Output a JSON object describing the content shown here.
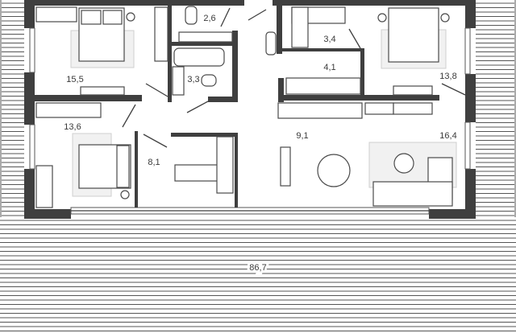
{
  "plan": {
    "rooms": [
      {
        "id": "bedroom-1",
        "area": "15,5"
      },
      {
        "id": "wc",
        "area": "2,6"
      },
      {
        "id": "bathroom",
        "area": "3,3"
      },
      {
        "id": "wardrobe-1",
        "area": "3,4"
      },
      {
        "id": "hall",
        "area": "4,1"
      },
      {
        "id": "bedroom-2",
        "area": "13,8"
      },
      {
        "id": "bedroom-3",
        "area": "13,6"
      },
      {
        "id": "study",
        "area": "8,1"
      },
      {
        "id": "kitchen-dining",
        "area": "9,1"
      },
      {
        "id": "living",
        "area": "16,4"
      },
      {
        "id": "terrace",
        "area": "86,7"
      }
    ],
    "colors": {
      "wall": "#3f3f3f",
      "rug": "#f1f1f1",
      "terrace_stripe": "#555555"
    }
  }
}
